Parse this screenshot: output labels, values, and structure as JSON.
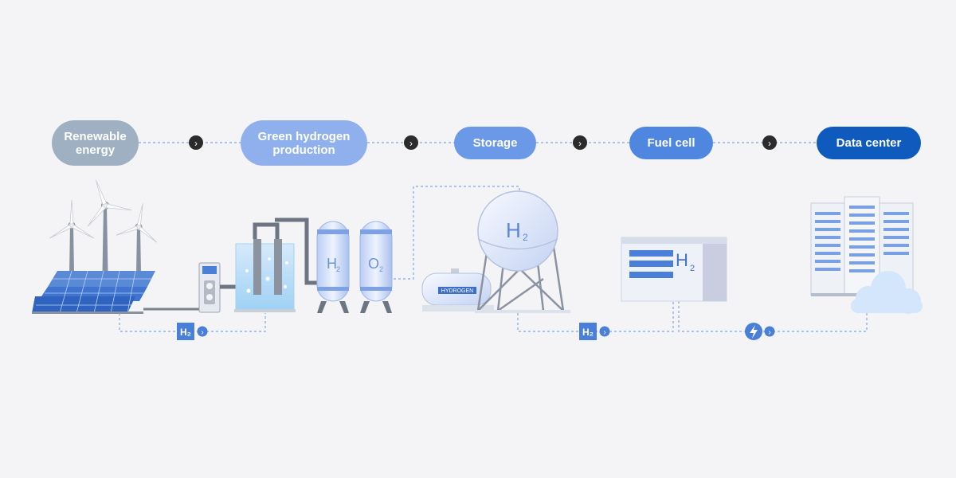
{
  "steps": [
    {
      "label": "Renewable energy",
      "color": "#9fb0c3"
    },
    {
      "label": "Green hydrogen production",
      "color": "#8fb0ec"
    },
    {
      "label": "Storage",
      "color": "#6b99e8"
    },
    {
      "label": "Fuel cell",
      "color": "#4f86e0"
    },
    {
      "label": "Data center",
      "color": "#0f5bbd"
    }
  ],
  "tank_labels": {
    "h2_symbol": "H",
    "h2_sub": "2",
    "o2_symbol": "O",
    "o2_sub": "2"
  },
  "trailer_label": "HYDROGEN",
  "connector_symbols": {
    "hydrogen": "H₂",
    "arrow": "›"
  },
  "colors": {
    "accent": "#4f86e0",
    "dark_dot": "#2b2b2b",
    "background": "#f4f4f6"
  },
  "icons": [
    "wind-turbine-icon",
    "solar-panel-icon",
    "electrolyzer-icon",
    "gas-tank-icon",
    "storage-sphere-icon",
    "fuel-cell-icon",
    "server-rack-icon",
    "cloud-icon",
    "lightning-icon"
  ]
}
